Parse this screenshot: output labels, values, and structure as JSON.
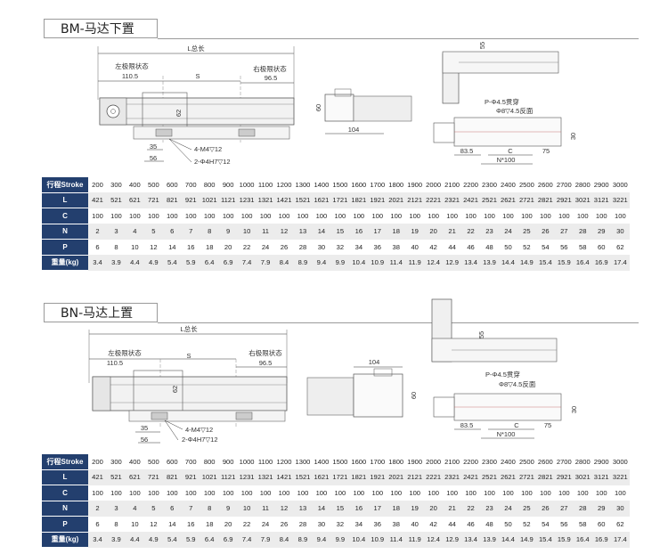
{
  "bm": {
    "title": "BM-马达下置",
    "dims": {
      "total_length": "L总长",
      "left_limit": "左极限状态",
      "left_value": "110.5",
      "stroke": "S",
      "right_limit": "右极限状态",
      "right_value": "96.5",
      "height62": "62",
      "d35": "35",
      "d56": "56",
      "hole1": "4-M4▽12",
      "hole2": "2-Φ4H7▽12",
      "side60": "60",
      "side104": "104",
      "top55": "55",
      "p_hole": "P-Φ4.5贯穿",
      "c_bore": "Φ8▽4.5反面",
      "d83": "83.5",
      "c_label": "C",
      "d75": "75",
      "n100": "N*100",
      "d30": "30"
    }
  },
  "bn": {
    "title": "BN-马达上置",
    "dims": {
      "total_length": "L总长",
      "left_limit": "左极限状态",
      "left_value": "110.5",
      "stroke": "S",
      "right_limit": "右极限状态",
      "right_value": "96.5",
      "height62": "62",
      "d35": "35",
      "d56": "56",
      "hole1": "4-M4▽12",
      "hole2": "2-Φ4H7▽12",
      "side60": "60",
      "side104": "104",
      "top55": "55",
      "p_hole": "P-Φ4.5贯穿",
      "c_bore": "Φ8▽4.5反面",
      "d83": "83.5",
      "c_label": "C",
      "d75": "75",
      "n100": "N*100",
      "d30": "30"
    }
  },
  "spec_table": {
    "rows": [
      {
        "label": "行程Stroke",
        "values": [
          "200",
          "300",
          "400",
          "500",
          "600",
          "700",
          "800",
          "900",
          "1000",
          "1100",
          "1200",
          "1300",
          "1400",
          "1500",
          "1600",
          "1700",
          "1800",
          "1900",
          "2000",
          "2100",
          "2200",
          "2300",
          "2400",
          "2500",
          "2600",
          "2700",
          "2800",
          "2900",
          "3000"
        ]
      },
      {
        "label": "L",
        "values": [
          "421",
          "521",
          "621",
          "721",
          "821",
          "921",
          "1021",
          "1121",
          "1231",
          "1321",
          "1421",
          "1521",
          "1621",
          "1721",
          "1821",
          "1921",
          "2021",
          "2121",
          "2221",
          "2321",
          "2421",
          "2521",
          "2621",
          "2721",
          "2821",
          "2921",
          "3021",
          "3121",
          "3221"
        ]
      },
      {
        "label": "C",
        "values": [
          "100",
          "100",
          "100",
          "100",
          "100",
          "100",
          "100",
          "100",
          "100",
          "100",
          "100",
          "100",
          "100",
          "100",
          "100",
          "100",
          "100",
          "100",
          "100",
          "100",
          "100",
          "100",
          "100",
          "100",
          "100",
          "100",
          "100",
          "100",
          "100"
        ]
      },
      {
        "label": "N",
        "values": [
          "2",
          "3",
          "4",
          "5",
          "6",
          "7",
          "8",
          "9",
          "10",
          "11",
          "12",
          "13",
          "14",
          "15",
          "16",
          "17",
          "18",
          "19",
          "20",
          "21",
          "22",
          "23",
          "24",
          "25",
          "26",
          "27",
          "28",
          "29",
          "30"
        ]
      },
      {
        "label": "P",
        "values": [
          "6",
          "8",
          "10",
          "12",
          "14",
          "16",
          "18",
          "20",
          "22",
          "24",
          "26",
          "28",
          "30",
          "32",
          "34",
          "36",
          "38",
          "40",
          "42",
          "44",
          "46",
          "48",
          "50",
          "52",
          "54",
          "56",
          "58",
          "60",
          "62"
        ]
      },
      {
        "label": "重量(kg)",
        "values": [
          "3.4",
          "3.9",
          "4.4",
          "4.9",
          "5.4",
          "5.9",
          "6.4",
          "6.9",
          "7.4",
          "7.9",
          "8.4",
          "8.9",
          "9.4",
          "9.9",
          "10.4",
          "10.9",
          "11.4",
          "11.9",
          "12.4",
          "12.9",
          "13.4",
          "13.9",
          "14.4",
          "14.9",
          "15.4",
          "15.9",
          "16.4",
          "16.9",
          "17.4"
        ]
      }
    ]
  }
}
